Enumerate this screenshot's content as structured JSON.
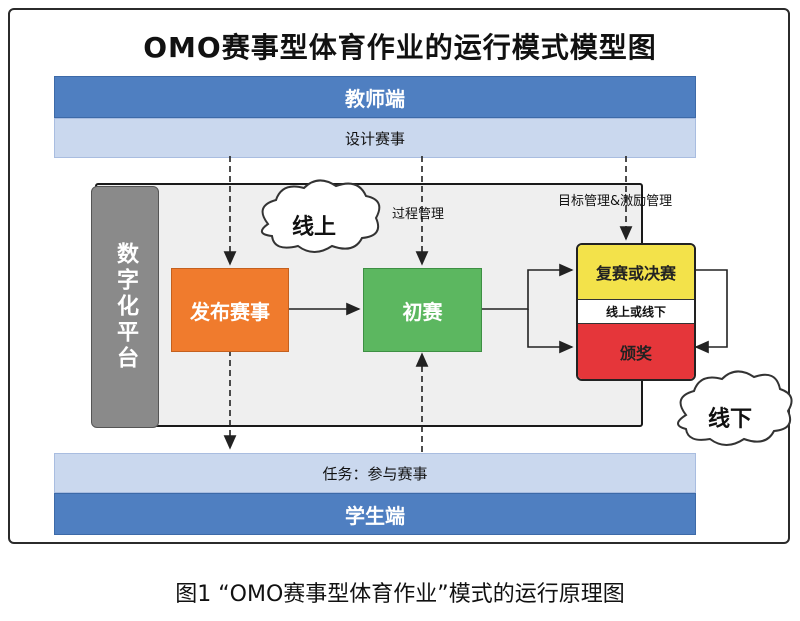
{
  "title": "OMO赛事型体育作业的运行模式模型图",
  "teacher_band": "教师端",
  "design_band": "设计赛事",
  "task_band": "任务：参与赛事",
  "student_band": "学生端",
  "platform": "数字化平台",
  "online_cloud": "线上",
  "offline_cloud": "线下",
  "process_label": "过程管理",
  "goal_label": "目标管理&激励管理",
  "publish_box": "发布赛事",
  "initial_box": "初赛",
  "final_box": "复赛或决赛",
  "mode_box": "线上或线下",
  "award_box": "颁奖",
  "caption": "图1 “OMO赛事型体育作业”模式的运行原理图",
  "colors": {
    "band_dark": "#4f7fc1",
    "band_light": "#cad8ee",
    "publish": "#f07b2d",
    "initial": "#5cb760",
    "final": "#f3e24a",
    "award": "#e5363a",
    "platform": "#8a8a8a"
  }
}
